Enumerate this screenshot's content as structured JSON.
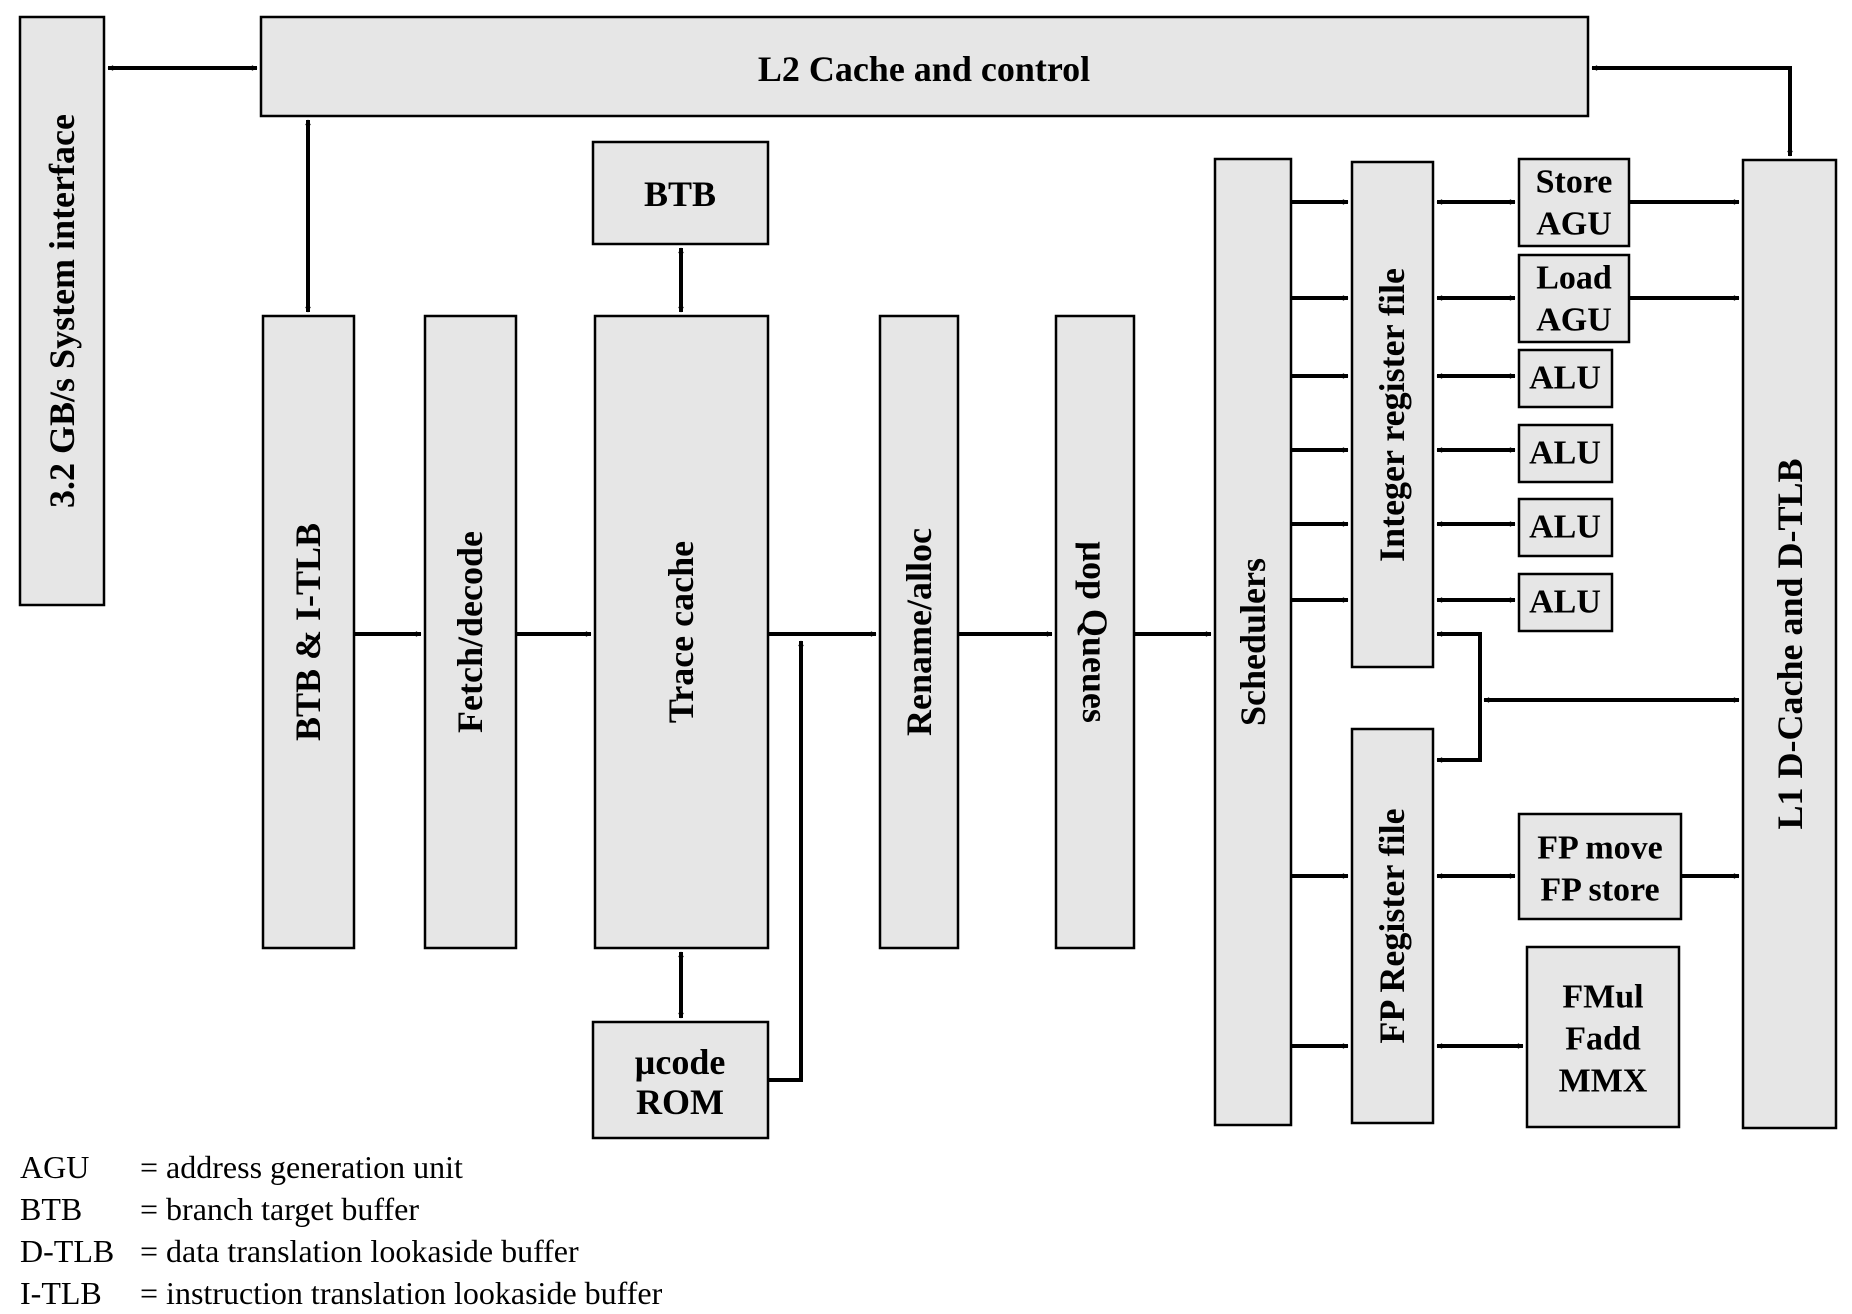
{
  "blocks": {
    "system_interface": "3.2 GB/s System interface",
    "l2_cache": "L2 Cache and control",
    "btb_top": "BTB",
    "btb_itlb": "BTB & I-TLB",
    "fetch_decode": "Fetch/decode",
    "trace_cache": "Trace cache",
    "ucode_rom_line1": "µcode",
    "ucode_rom_line2": "ROM",
    "rename_alloc": "Rename/alloc",
    "uop_queues": "µop Queues",
    "schedulers": "Schedulers",
    "integer_register_file": "Integer register file",
    "fp_register_file": "FP Register file",
    "store_agu_line1": "Store",
    "store_agu_line2": "AGU",
    "load_agu_line1": "Load",
    "load_agu_line2": "AGU",
    "alu_1": "ALU",
    "alu_2": "ALU",
    "alu_3": "ALU",
    "alu_4": "ALU",
    "fp_move_line1": "FP move",
    "fp_move_line2": "FP store",
    "fmul_line1": "FMul",
    "fmul_line2": "Fadd",
    "fmul_line3": "MMX",
    "l1_dcache": "L1 D-Cache and D-TLB"
  },
  "legend": [
    {
      "abbr": "AGU",
      "def": "= address generation unit"
    },
    {
      "abbr": "BTB",
      "def": "= branch target buffer"
    },
    {
      "abbr": "D-TLB",
      "def": "= data translation lookaside buffer"
    },
    {
      "abbr": "I-TLB",
      "def": "= instruction translation lookaside buffer"
    }
  ],
  "colors": {
    "block_fill": "#e6e6e6",
    "stroke": "#000000"
  }
}
